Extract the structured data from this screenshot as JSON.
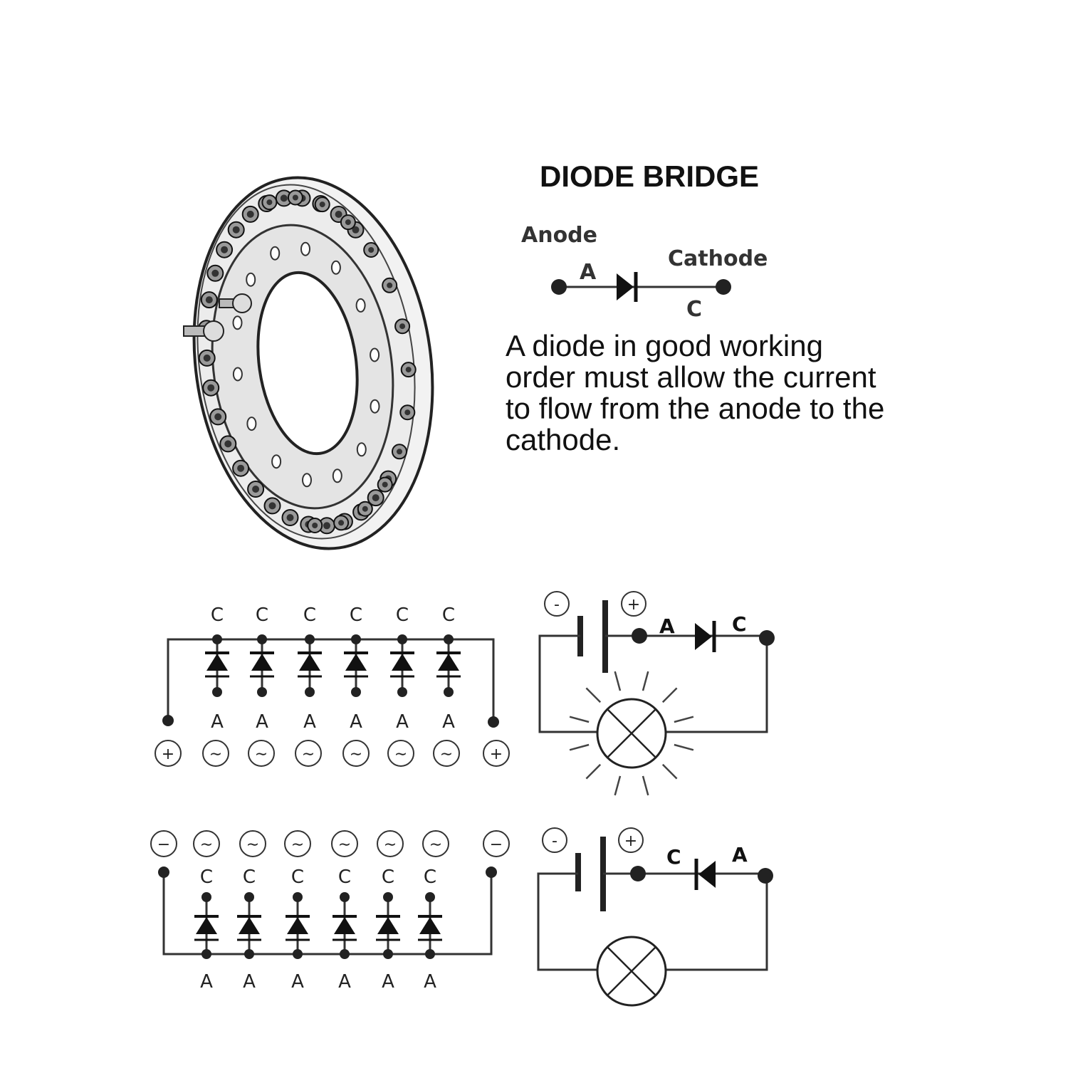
{
  "title": "DIODE BRIDGE",
  "symbol": {
    "anode_label": "Anode",
    "cathode_label": "Cathode",
    "a_letter": "A",
    "c_letter": "C"
  },
  "description_lines": [
    "A diode in good working",
    "order must allow the current",
    "to flow from the anode to the",
    "cathode."
  ],
  "bridge_top": {
    "cathode_labels": [
      "C",
      "C",
      "C",
      "C",
      "C",
      "C"
    ],
    "anode_labels": [
      "A",
      "A",
      "A",
      "A",
      "A",
      "A"
    ],
    "terminal_signs": [
      "+",
      "~",
      "~",
      "~",
      "~",
      "~",
      "~",
      "+"
    ]
  },
  "bridge_bottom": {
    "cathode_labels": [
      "C",
      "C",
      "C",
      "C",
      "C",
      "C"
    ],
    "anode_labels": [
      "A",
      "A",
      "A",
      "A",
      "A",
      "A"
    ],
    "terminal_signs": [
      "-",
      "~",
      "~",
      "~",
      "~",
      "~",
      "~",
      "-"
    ]
  },
  "circuit_forward": {
    "battery_minus": "-",
    "battery_plus": "+",
    "label_a": "A",
    "label_c": "C",
    "lamp_state": "lit"
  },
  "circuit_reverse": {
    "battery_minus": "-",
    "battery_plus": "+",
    "label_c": "C",
    "label_a": "A",
    "lamp_state": "off"
  }
}
